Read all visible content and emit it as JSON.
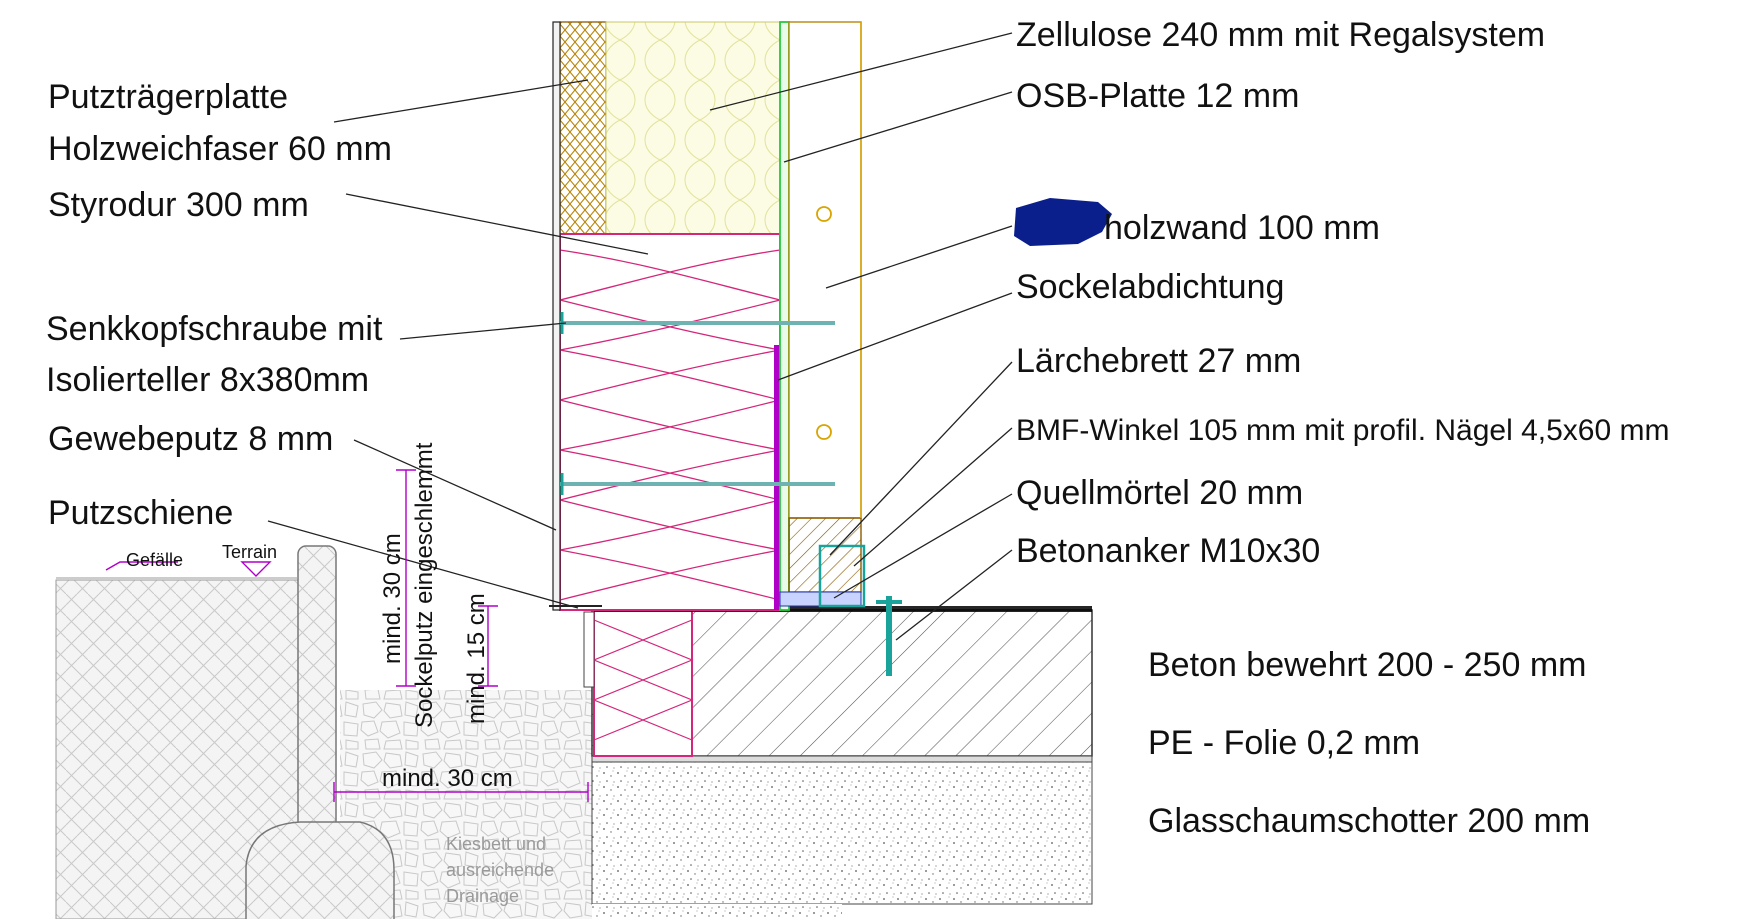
{
  "labels": {
    "zellulose": "Zellulose 240 mm mit Regalsystem",
    "osb": "OSB-Platte 12 mm",
    "massivholzwand": "holzwand 100 mm",
    "sockelabdichtung": "Sockelabdichtung",
    "laerchebrett": "Lärchebrett 27 mm",
    "bmf_winkel": "BMF-Winkel 105 mm mit profil. Nägel 4,5x60 mm",
    "quellmoertel": "Quellmörtel 20 mm",
    "betonanker": "Betonanker M10x30",
    "beton": "Beton bewehrt 200 - 250 mm",
    "pe_folie": "PE - Folie 0,2 mm",
    "glasschaum": "Glasschaumschotter 200 mm",
    "putztraeger_1": "Putzträgerplatte",
    "putztraeger_2": "Holzweichfaser 60 mm",
    "styrodur": "Styrodur 300 mm",
    "senkkopf_1": "Senkkopfschraube mit",
    "senkkopf_2": "Isolierteller 8x380mm",
    "gewebeputz": "Gewebeputz 8 mm",
    "putzschiene": "Putzschiene",
    "gefaelle": "Gefälle",
    "terrain": "Terrain",
    "kiesbett_1": "Kiesbett und",
    "kiesbett_2": "ausreichende",
    "kiesbett_3": "Drainage"
  },
  "dimensions": {
    "mind30_vertical": "mind.  30  cm",
    "sockelputz": "Sockelputz eingeschlemmt",
    "mind15": "mind.  15  cm",
    "mind30_horizontal": "mind.  30  cm"
  },
  "colors": {
    "line": "#222222",
    "insulation": "#d4267a",
    "dimension": "#b000c8",
    "osb": "#27c93f",
    "wood": "#b8860b",
    "cellulose": "#eaea9a",
    "redaction": "#0a1f8c",
    "anchor": "#1aa39a"
  }
}
